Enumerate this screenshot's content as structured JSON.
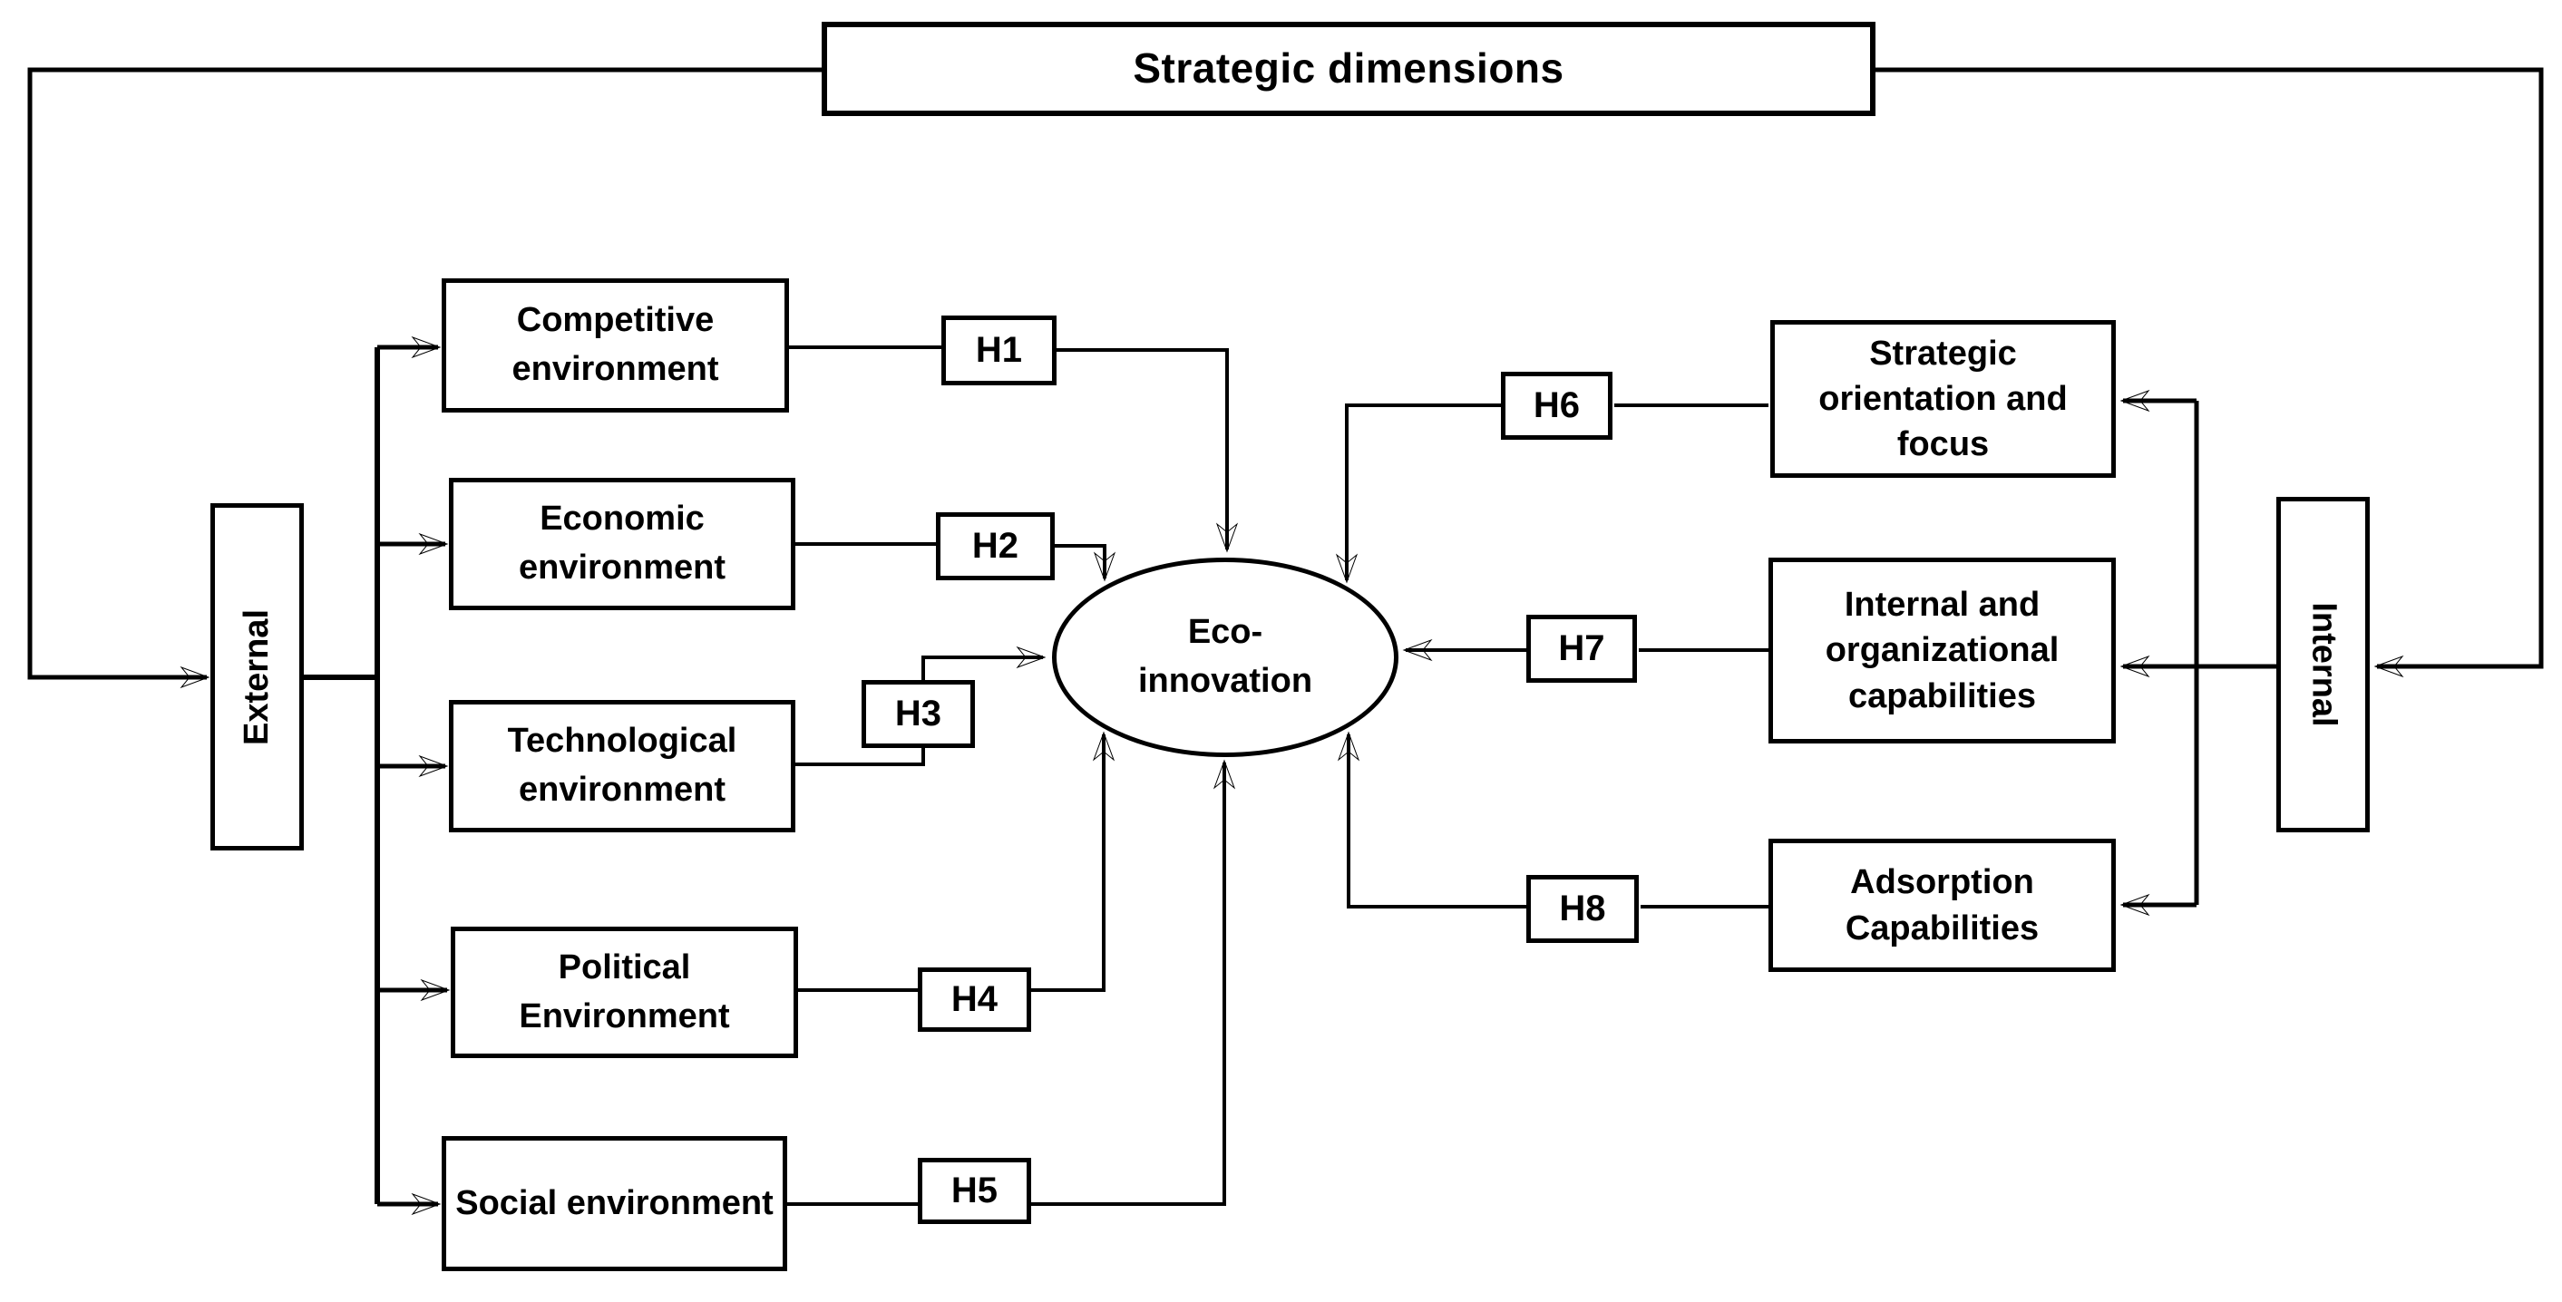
{
  "diagram": {
    "title": "Strategic dimensions",
    "side_labels": {
      "external": "External",
      "internal": "Internal"
    },
    "center": {
      "name": "Eco-innovation",
      "lines": [
        "Eco-",
        "innovation"
      ]
    },
    "external_factors": [
      {
        "id": "competitive",
        "label": "Competitive environment",
        "hypothesis": "H1"
      },
      {
        "id": "economic",
        "label": "Economic environment",
        "hypothesis": "H2"
      },
      {
        "id": "technological",
        "label": "Technological environment",
        "hypothesis": "H3"
      },
      {
        "id": "political",
        "label": "Political Environment",
        "hypothesis": "H4"
      },
      {
        "id": "social",
        "label": "Social environment",
        "hypothesis": "H5"
      }
    ],
    "internal_factors": [
      {
        "id": "strategic-orientation",
        "label": "Strategic orientation and focus",
        "hypothesis": "H6"
      },
      {
        "id": "internal-capabilities",
        "label": "Internal and organizational capabilities",
        "hypothesis": "H7"
      },
      {
        "id": "adsorption",
        "label": "Adsorption Capabilities",
        "hypothesis": "H8"
      }
    ],
    "colors": {
      "line": "#000000",
      "box_background": "#ffffff",
      "text": "#000000"
    }
  }
}
